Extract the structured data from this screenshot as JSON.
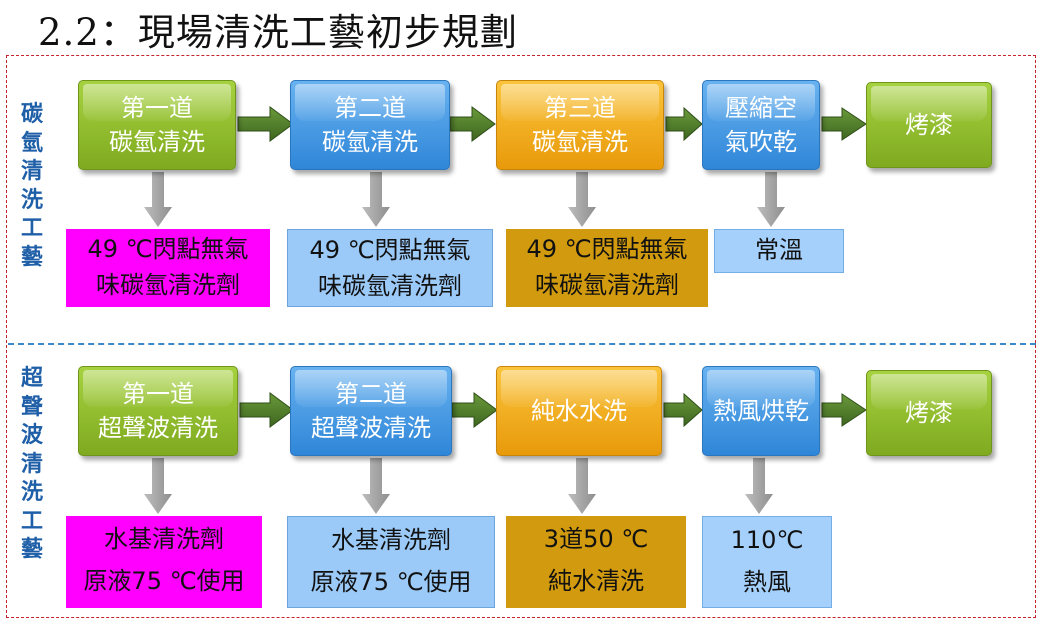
{
  "title": "2.2：現場清洗工藝初步規劃",
  "colors": {
    "frame": "#c4242b",
    "divider": "#3a88c8",
    "label": "#1f5fa8",
    "arrow_right": "#4a7a2a",
    "arrow_down": "#a6a6a6"
  },
  "sections": [
    {
      "label": [
        "碳",
        "氫",
        "清",
        "洗",
        "工",
        "藝"
      ],
      "steps": [
        {
          "lines": [
            "第一道",
            "碳氫清洗"
          ],
          "color": "green"
        },
        {
          "lines": [
            "第二道",
            "碳氫清洗"
          ],
          "color": "blue"
        },
        {
          "lines": [
            "第三道",
            "碳氫清洗"
          ],
          "color": "orange"
        },
        {
          "lines": [
            "壓縮空",
            "氣吹乾"
          ],
          "color": "blue"
        },
        {
          "lines": [
            "烤漆"
          ],
          "color": "green"
        }
      ],
      "notes": [
        {
          "lines": [
            "49 ℃閃點無氣",
            "味碳氫清洗劑"
          ]
        },
        {
          "lines": [
            "49 ℃閃點無氣",
            "味碳氫清洗劑"
          ]
        },
        {
          "lines": [
            "49 ℃閃點無氣",
            "味碳氫清洗劑"
          ]
        },
        {
          "lines": [
            "常溫"
          ]
        }
      ]
    },
    {
      "label": [
        "超",
        "聲",
        "波",
        "清",
        "洗",
        "工",
        "藝"
      ],
      "steps": [
        {
          "lines": [
            "第一道",
            "超聲波清洗"
          ],
          "color": "green"
        },
        {
          "lines": [
            "第二道",
            "超聲波清洗"
          ],
          "color": "blue"
        },
        {
          "lines": [
            "純水水洗"
          ],
          "color": "orange"
        },
        {
          "lines": [
            "熱風烘乾"
          ],
          "color": "blue"
        },
        {
          "lines": [
            "烤漆"
          ],
          "color": "green"
        }
      ],
      "notes": [
        {
          "lines": [
            "水基清洗劑",
            "原液75 ℃使用"
          ]
        },
        {
          "lines": [
            "水基清洗劑",
            "原液75 ℃使用"
          ]
        },
        {
          "lines": [
            "3道50 ℃",
            "純水清洗"
          ]
        },
        {
          "lines": [
            "110℃",
            "熱風"
          ]
        }
      ]
    }
  ]
}
